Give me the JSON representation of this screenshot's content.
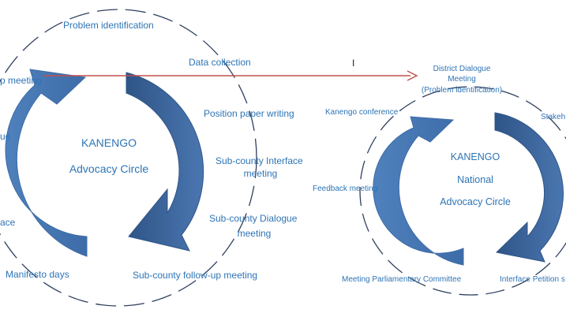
{
  "colors": {
    "text": "#2E74B5",
    "arrow_fill_dark": "#365F91",
    "arrow_fill_light": "#4F81BD",
    "dashed_line": "#2F3F5F",
    "connector": "#C0504D"
  },
  "left_cycle": {
    "center_title": "KANENGO",
    "center_subtitle": "Advocacy Circle",
    "steps": [
      "Problem identification",
      "Data collection",
      "Position paper writing",
      "Sub-county Interface",
      "meeting",
      "Sub-county Dialogue",
      "meeting",
      "Sub-county follow-up meeting",
      "Manifesto days",
      "ace",
      "ue",
      "p meeting"
    ]
  },
  "right_cycle": {
    "center_title": "KANENGO",
    "center_line2": "National",
    "center_line3": "Advocacy Circle",
    "steps": [
      "District Dialogue",
      "Meeting",
      "(Problem identification)",
      "Stakeh",
      "Interface Petition s",
      "Meeting Parliamentary Committee",
      "Feedback meeting",
      "Kanengo conference"
    ]
  },
  "connector_mark": "I"
}
